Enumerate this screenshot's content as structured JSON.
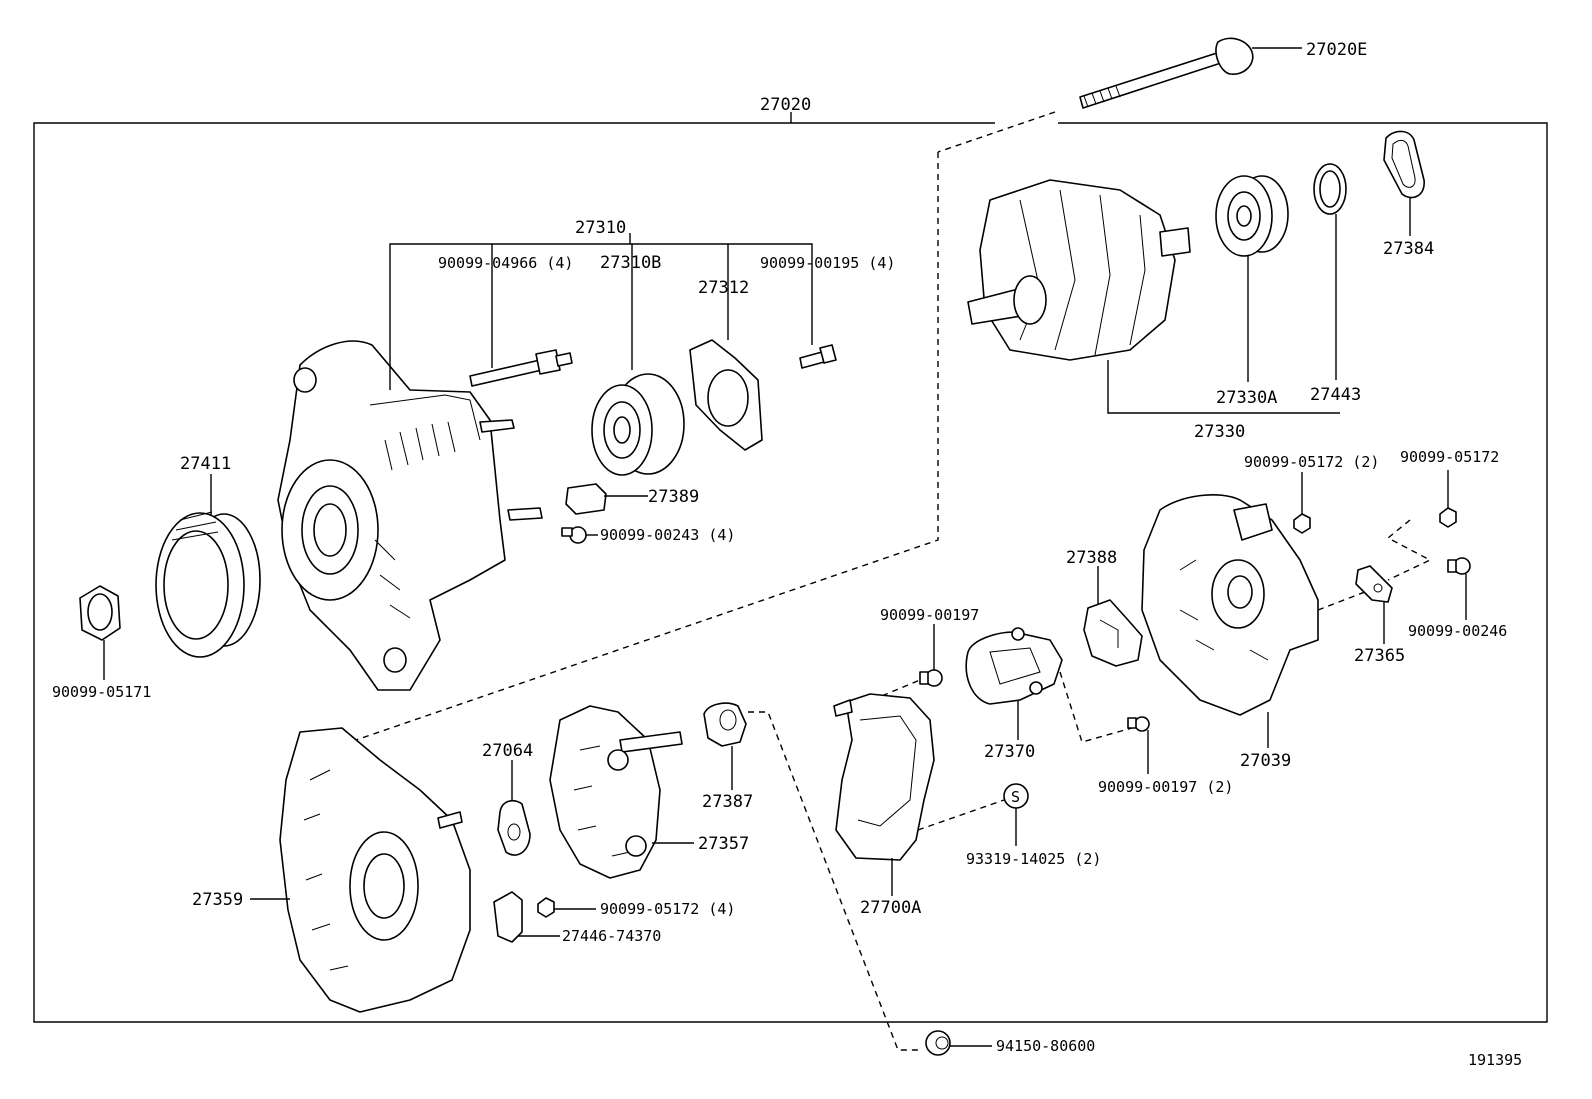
{
  "diagram": {
    "labels": {
      "l27020E": "27020E",
      "l27020": "27020",
      "l27310": "27310",
      "l90099_04966": "90099-04966 (4)",
      "l27310B": "27310B",
      "l27312": "27312",
      "l90099_00195": "90099-00195 (4)",
      "l27384": "27384",
      "l27330A": "27330A",
      "l27443": "27443",
      "l27330": "27330",
      "l27411": "27411",
      "l27389": "27389",
      "l90099_00243": "90099-00243 (4)",
      "l90099_05171": "90099-05171",
      "l90099_05172_2": "90099-05172 (2)",
      "l90099_05172": "90099-05172",
      "l27388": "27388",
      "l90099_00197": "90099-00197",
      "l27365": "27365",
      "l90099_00246": "90099-00246",
      "l27370": "27370",
      "l27039": "27039",
      "l90099_00197_2": "90099-00197 (2)",
      "l27064": "27064",
      "l27387": "27387",
      "l27357": "27357",
      "lS": "S",
      "l93319_14025": "93319-14025 (2)",
      "l27359": "27359",
      "l90099_05172_4": "90099-05172 (4)",
      "l27446_74370": "27446-74370",
      "l27700A": "27700A",
      "l94150_80600": "94150-80600",
      "l191395": "191395"
    }
  }
}
